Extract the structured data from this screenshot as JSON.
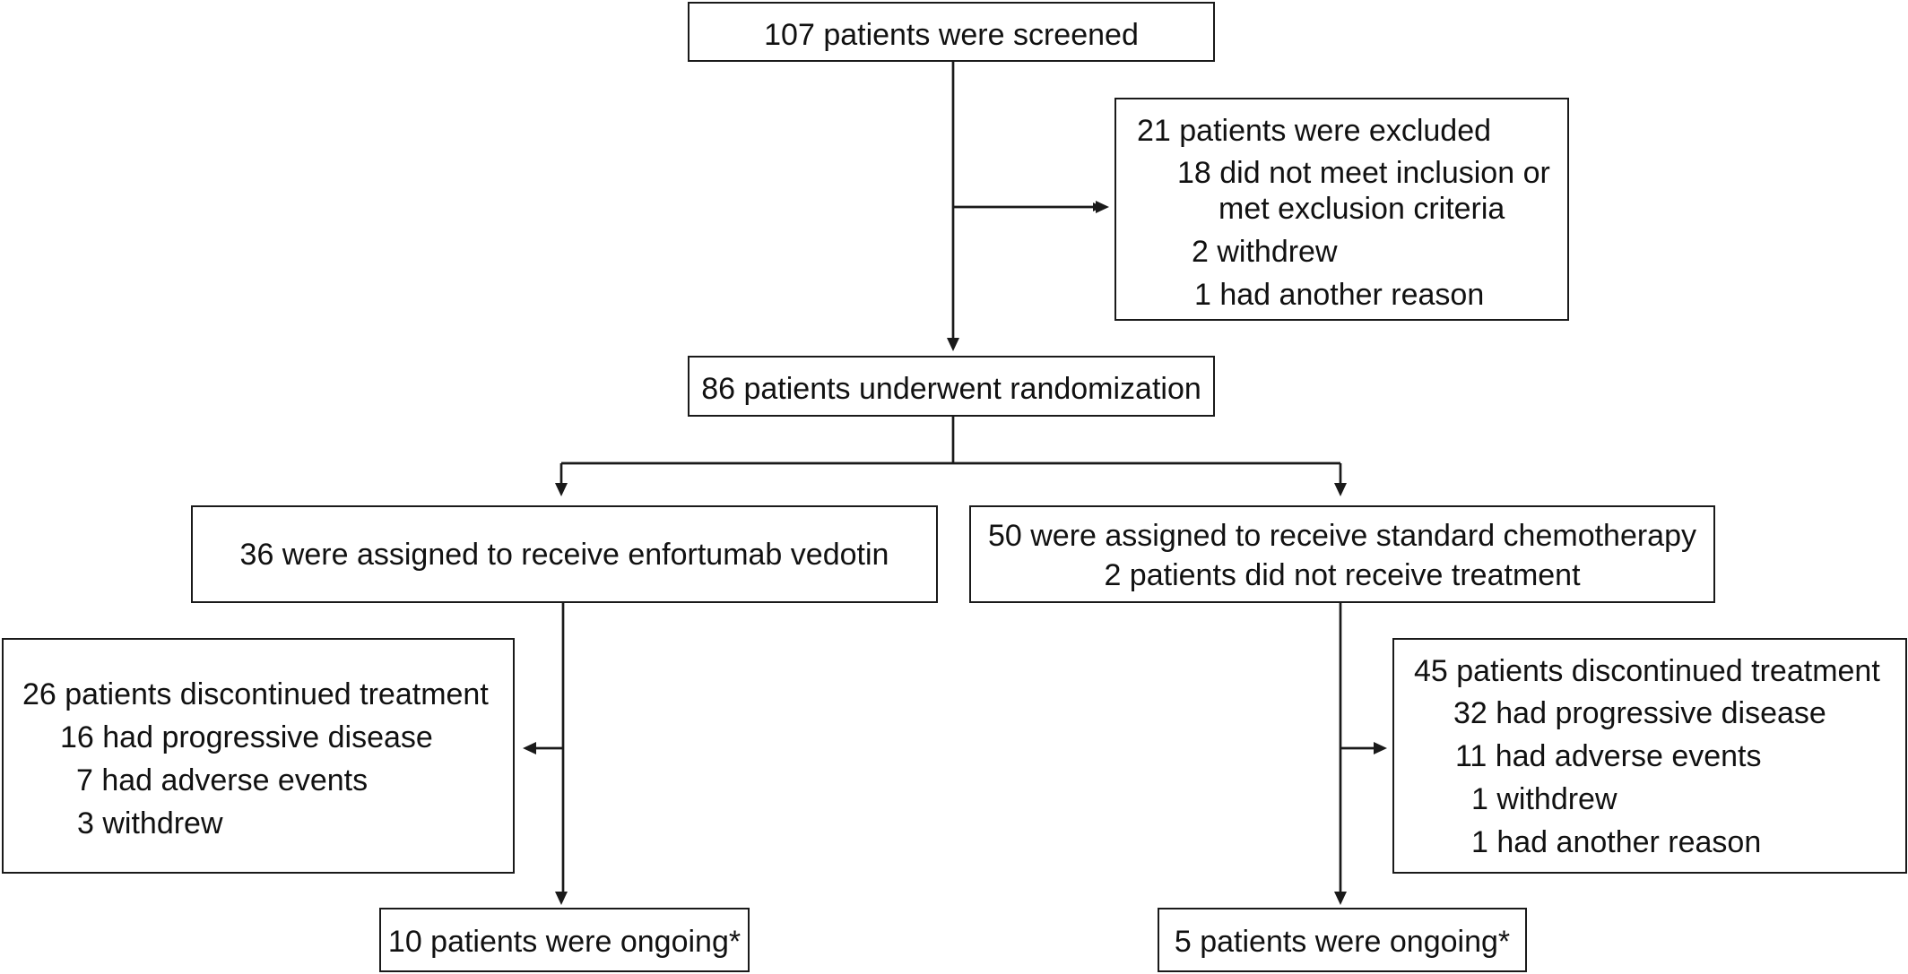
{
  "screening": {
    "title": "107 patients were screened"
  },
  "exclusion": {
    "title": "21 patients were excluded",
    "reasons": [
      "18 did not meet inclusion or",
      "met exclusion criteria",
      "2 withdrew",
      "1 had another reason"
    ]
  },
  "randomization": {
    "title": "86 patients underwent randomization"
  },
  "arm_ev": {
    "assigned": "36 were assigned to receive enfortumab vedotin",
    "discontinued": {
      "title": "26 patients discontinued treatment",
      "reasons": [
        "16 had progressive disease",
        "7 had adverse events",
        "3 withdrew"
      ]
    },
    "ongoing": "10 patients were ongoing*"
  },
  "arm_chemo": {
    "assigned": "50 were assigned to receive standard chemotherapy",
    "not_treated": "2 patients did not receive treatment",
    "discontinued": {
      "title": "45 patients discontinued treatment",
      "reasons": [
        "32 had progressive disease",
        "11 had adverse events",
        "1 withdrew",
        "1 had another reason"
      ]
    },
    "ongoing": "5 patients were ongoing*"
  },
  "colors": {
    "line": "#1a1a1a",
    "background": "#ffffff"
  }
}
